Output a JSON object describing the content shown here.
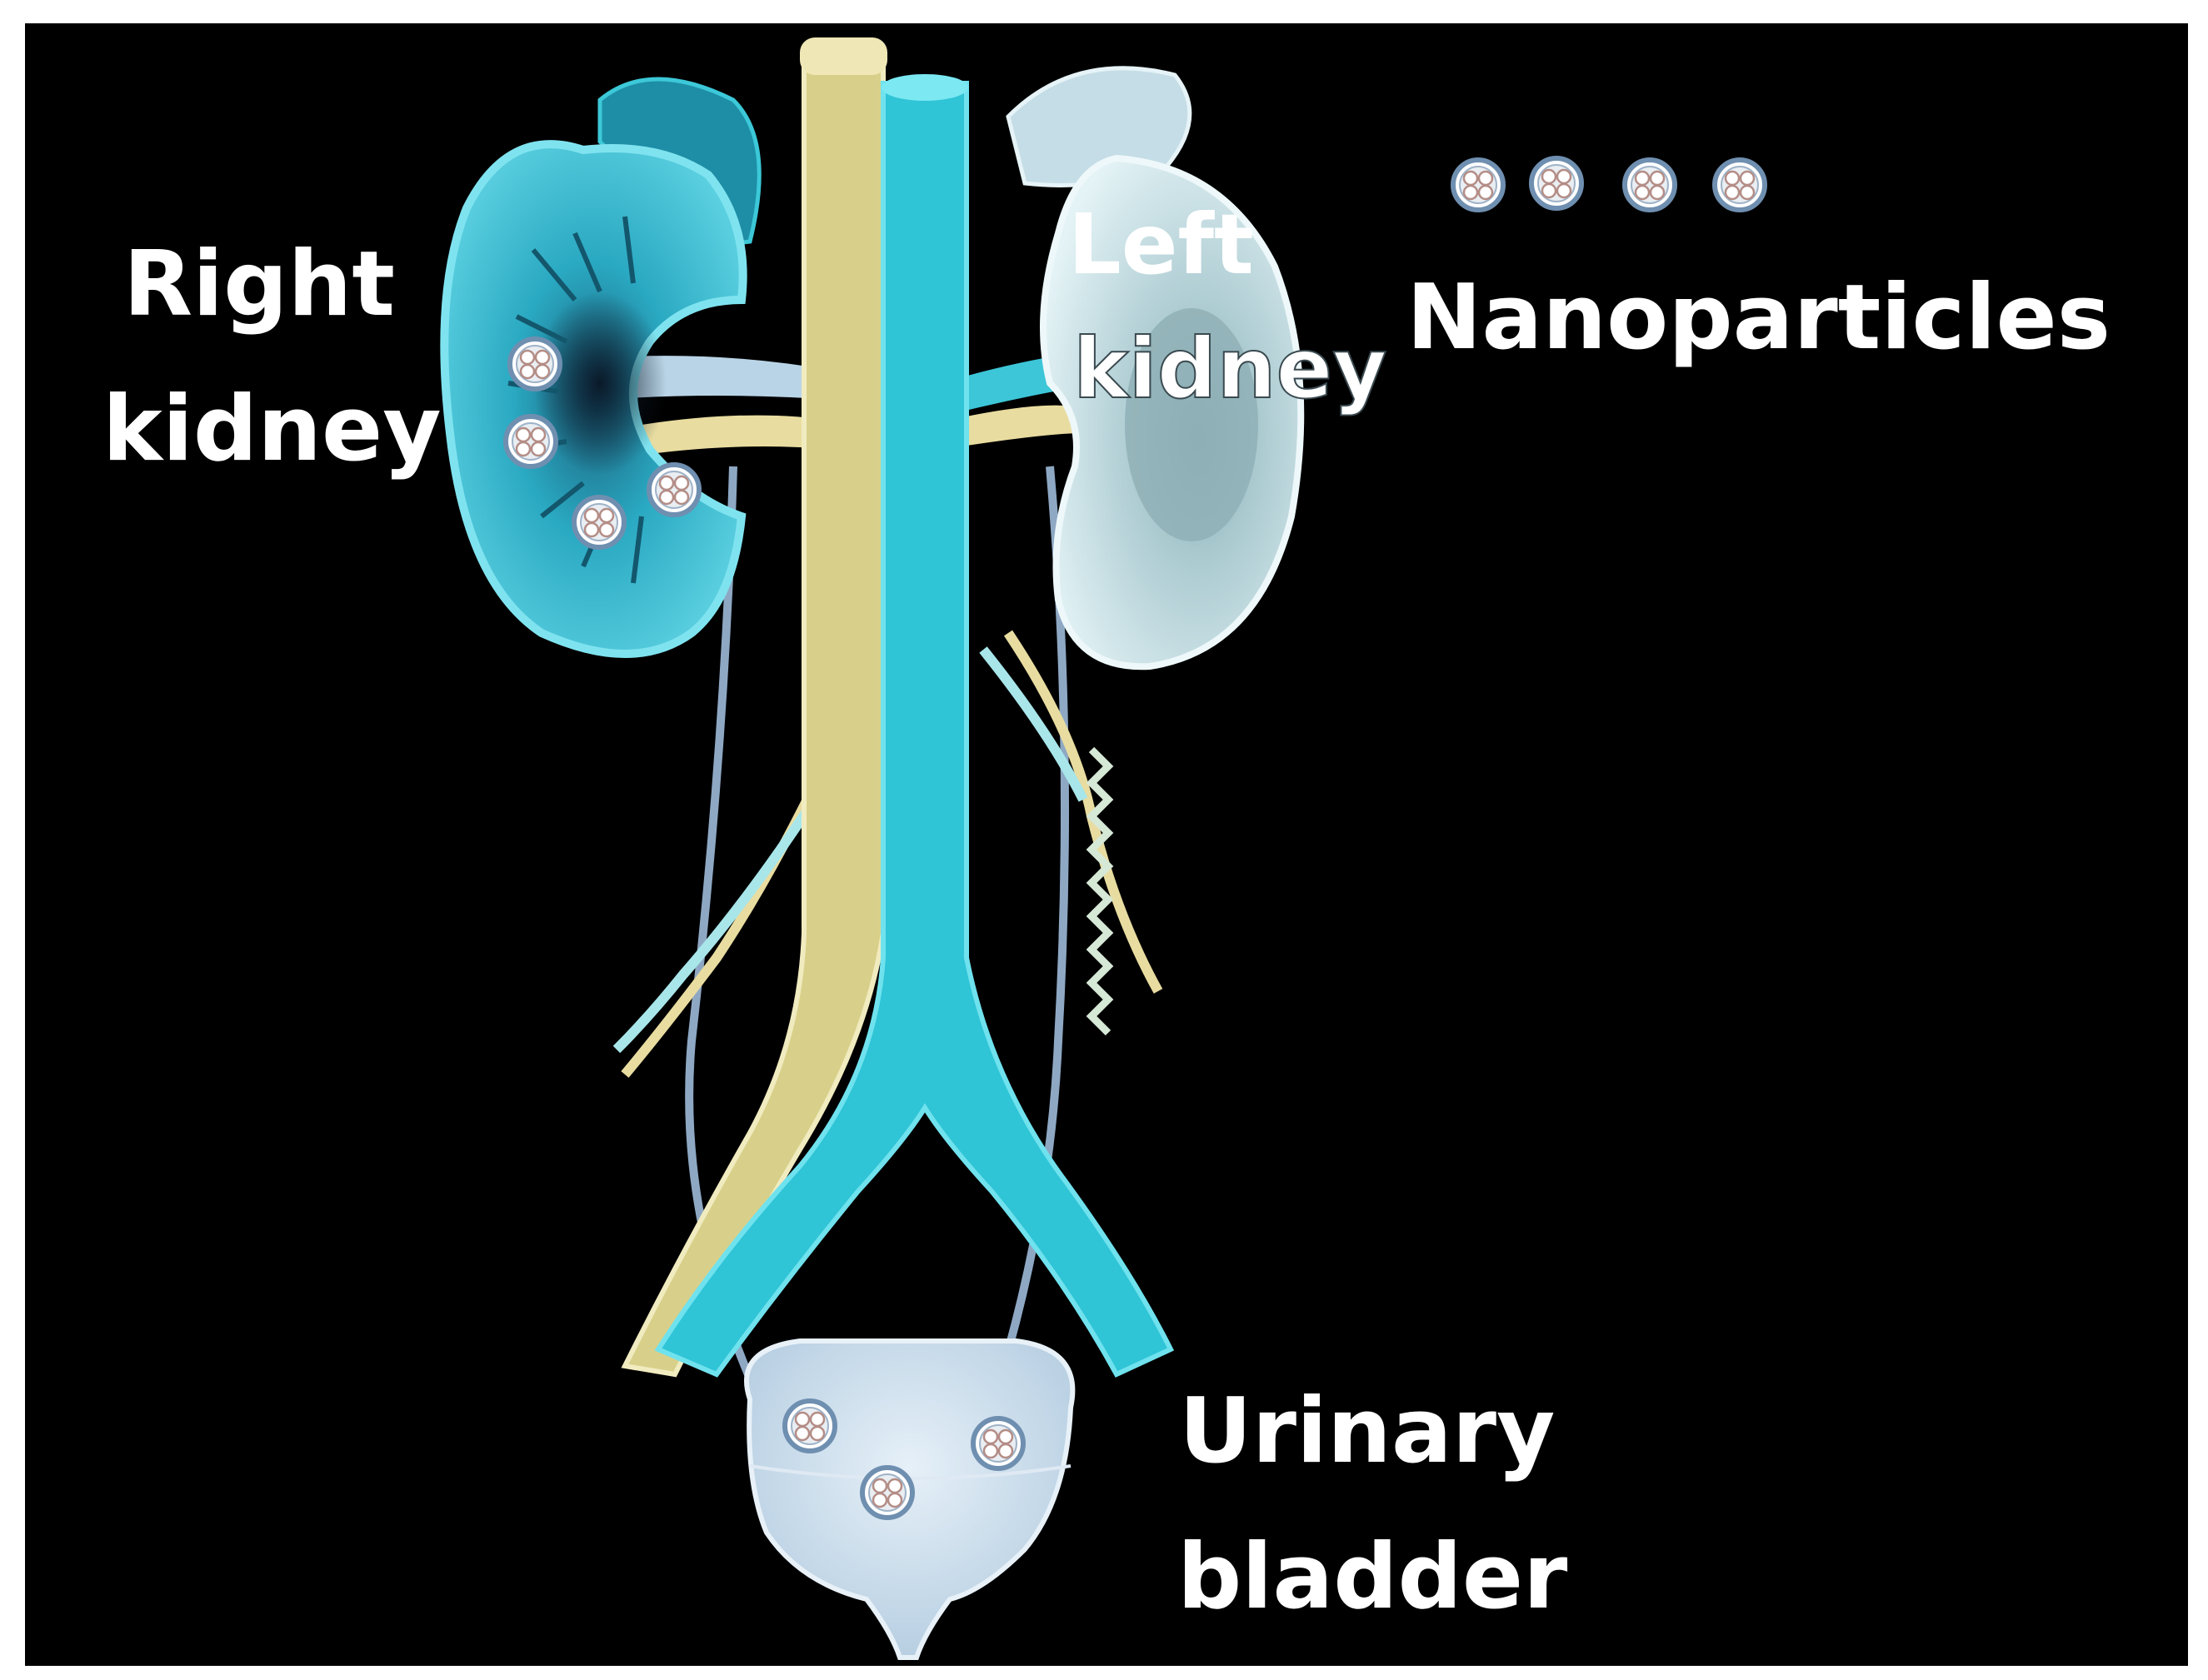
{
  "labels": {
    "right_kidney": [
      "Right",
      "kidney"
    ],
    "left_kidney": [
      "Left",
      "kidney"
    ],
    "nanoparticles": "Nanoparticles",
    "urinary_bladder": [
      "Urinary",
      "bladder"
    ]
  },
  "colors": {
    "background": "#000000",
    "label_text": "#ffffff",
    "vein_cyan": "#2fc4d6",
    "artery_yellow": "#d8d08a",
    "right_kidney": "#34b8cc",
    "left_kidney": "#cfe6ec",
    "bladder": "#c9dceb",
    "nanoparticle_ring": "#6f8fb0"
  },
  "icons": {
    "nanoparticle": "nanoparticle-icon"
  },
  "nanoparticle_counts": {
    "legend": 4,
    "right_kidney": 4,
    "bladder": 3
  }
}
